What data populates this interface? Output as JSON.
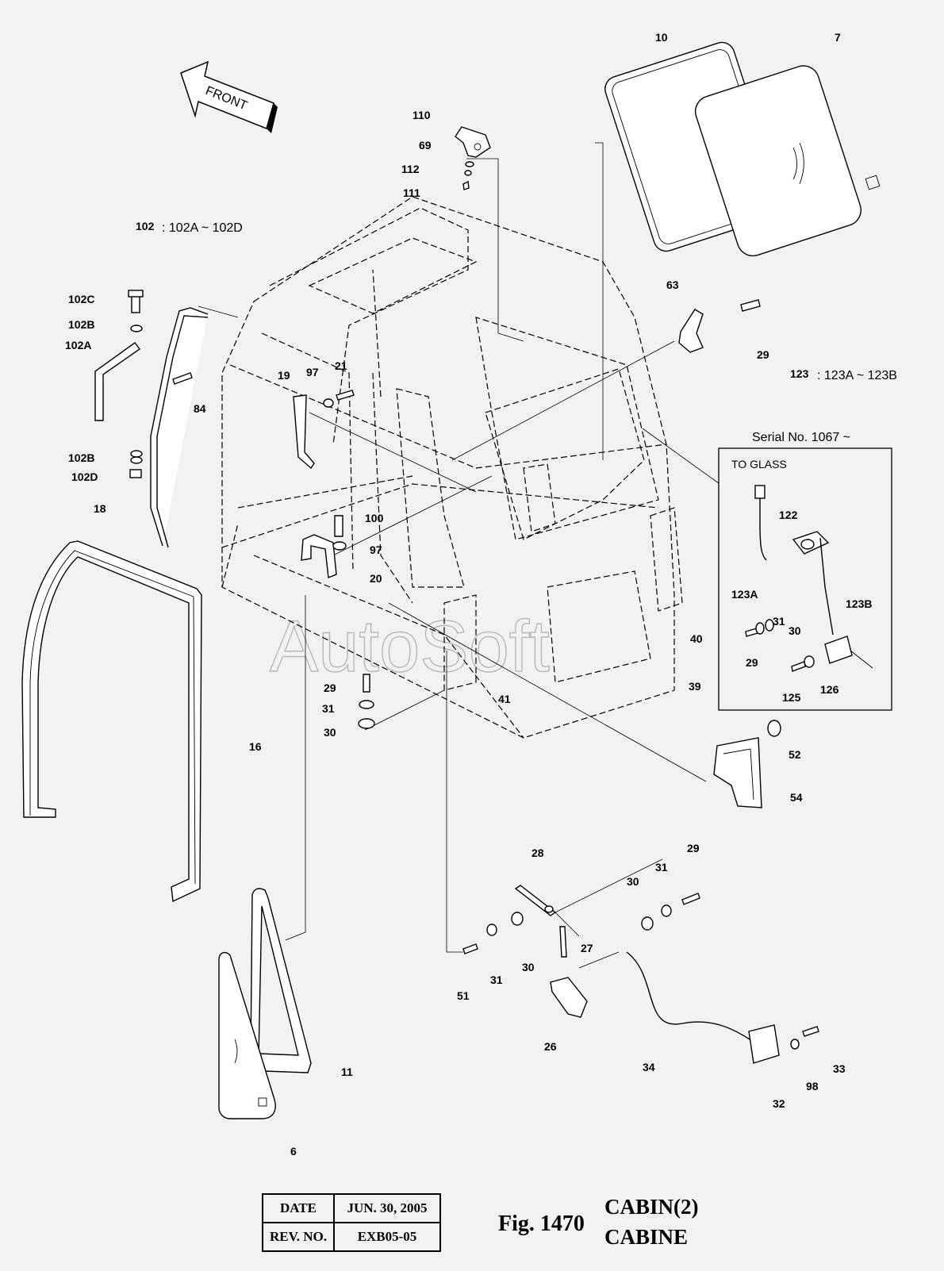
{
  "front_arrow": "FRONT",
  "watermark": "AutoSoft",
  "notes": {
    "kit_102_num": "102",
    "kit_102_range": ": 102A ~ 102D",
    "kit_123_num": "123",
    "kit_123_range": ": 123A ~ 123B",
    "serial": "Serial No. 1067 ~",
    "to_glass": "TO GLASS"
  },
  "callouts": [
    {
      "id": "c10",
      "text": "10"
    },
    {
      "id": "c7",
      "text": "7"
    },
    {
      "id": "c110",
      "text": "110"
    },
    {
      "id": "c69",
      "text": "69"
    },
    {
      "id": "c112",
      "text": "112"
    },
    {
      "id": "c111",
      "text": "111"
    },
    {
      "id": "c102C",
      "text": "102C"
    },
    {
      "id": "c102B1",
      "text": "102B"
    },
    {
      "id": "c102A",
      "text": "102A"
    },
    {
      "id": "c84",
      "text": "84"
    },
    {
      "id": "c102B2",
      "text": "102B"
    },
    {
      "id": "c102D",
      "text": "102D"
    },
    {
      "id": "c18",
      "text": "18"
    },
    {
      "id": "c19",
      "text": "19"
    },
    {
      "id": "c97a",
      "text": "97"
    },
    {
      "id": "c21",
      "text": "21"
    },
    {
      "id": "c100",
      "text": "100"
    },
    {
      "id": "c97b",
      "text": "97"
    },
    {
      "id": "c20",
      "text": "20"
    },
    {
      "id": "c63",
      "text": "63"
    },
    {
      "id": "c29a",
      "text": "29"
    },
    {
      "id": "c122",
      "text": "122"
    },
    {
      "id": "c123A",
      "text": "123A"
    },
    {
      "id": "c123B",
      "text": "123B"
    },
    {
      "id": "c29b",
      "text": "29"
    },
    {
      "id": "c31a",
      "text": "31"
    },
    {
      "id": "c30a",
      "text": "30"
    },
    {
      "id": "c125",
      "text": "125"
    },
    {
      "id": "c126",
      "text": "126"
    },
    {
      "id": "c40",
      "text": "40"
    },
    {
      "id": "c39",
      "text": "39"
    },
    {
      "id": "c41",
      "text": "41"
    },
    {
      "id": "c29c",
      "text": "29"
    },
    {
      "id": "c31b",
      "text": "31"
    },
    {
      "id": "c30b",
      "text": "30"
    },
    {
      "id": "c16",
      "text": "16"
    },
    {
      "id": "c52",
      "text": "52"
    },
    {
      "id": "c54",
      "text": "54"
    },
    {
      "id": "c28",
      "text": "28"
    },
    {
      "id": "c29d",
      "text": "29"
    },
    {
      "id": "c30c",
      "text": "30"
    },
    {
      "id": "c31c",
      "text": "31"
    },
    {
      "id": "c27",
      "text": "27"
    },
    {
      "id": "c30d",
      "text": "30"
    },
    {
      "id": "c51",
      "text": "51"
    },
    {
      "id": "c31d",
      "text": "31"
    },
    {
      "id": "c26",
      "text": "26"
    },
    {
      "id": "c34",
      "text": "34"
    },
    {
      "id": "c33",
      "text": "33"
    },
    {
      "id": "c98",
      "text": "98"
    },
    {
      "id": "c32",
      "text": "32"
    },
    {
      "id": "c11",
      "text": "11"
    },
    {
      "id": "c6",
      "text": "6"
    }
  ],
  "title_block": {
    "date_label": "DATE",
    "date_value": "JUN. 30, 2005",
    "rev_label": "REV. NO.",
    "rev_value": "EXB05-05"
  },
  "figure": {
    "number": "Fig. 1470",
    "title_line1": "CABIN(2)",
    "title_line2": "CABINE"
  }
}
